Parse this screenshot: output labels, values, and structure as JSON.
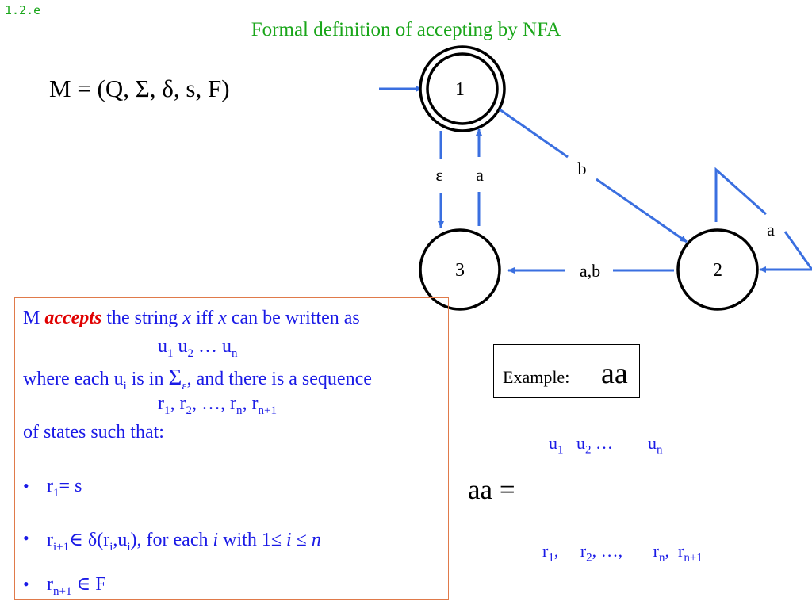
{
  "slide": {
    "number": "1.2.e",
    "title": "Formal definition of accepting by NFA"
  },
  "machine": {
    "tuple": "M = (Q, Σ, δ, s, F)"
  },
  "diagram": {
    "states": [
      "1",
      "2",
      "3"
    ],
    "edge_labels": {
      "e13": "ε",
      "e31": "a",
      "e12": "b",
      "e22": "a",
      "e23": "a,b"
    },
    "start_state": "1",
    "accept_states": [
      "1"
    ]
  },
  "definition": {
    "line1": {
      "m": "M",
      "accepts": "accepts",
      "t1": "the string",
      "x1": "x",
      "t2": "iff",
      "x2": "x",
      "t3": "can be written as"
    },
    "line2": {
      "u": "u",
      "s1": "1",
      "s2": "2",
      "dots": "…",
      "sn": "n"
    },
    "line3": {
      "t1": "where each u",
      "si": "i",
      "t2": "is in",
      "sigma": "Σ",
      "eps": "ε",
      "t3": ", and there is a sequence"
    },
    "line4": {
      "r": "r",
      "s1": "1",
      "s2": "2",
      "dots": "…,",
      "sn": "n",
      "sn1": "n+1"
    },
    "line5": "of states such that:",
    "bullet1": {
      "r": "r",
      "sub": "1",
      "rest": "= s"
    },
    "bullet2": {
      "r": "r",
      "sub": "i+1",
      "elem": "∈",
      "delta": "δ(r",
      "si": "i",
      "comma": ",u",
      "si2": "i",
      "close": "), for each",
      "i": "i",
      "with": "with 1≤",
      "i2": "i",
      "le": "≤",
      "n": "n"
    },
    "bullet3": {
      "r": "r",
      "sub": "n+1",
      "elem": "∈ F"
    }
  },
  "example": {
    "label": "Example:",
    "value": "aa"
  },
  "example_work": {
    "lhs": "aa =",
    "u": {
      "u": "u",
      "s1": "1",
      "s2": "2",
      "dots": "…",
      "sn": "n"
    },
    "r": {
      "r": "r",
      "s1": "1",
      "s2": "2",
      "dots": ", …,",
      "sn": "n",
      "sn1": "n+1"
    }
  },
  "colors": {
    "title": "#1aa61a",
    "arrow": "#3a6fe0",
    "text": "#1a1ae6",
    "accent": "#e00000",
    "box_border": "#e07a4a"
  }
}
